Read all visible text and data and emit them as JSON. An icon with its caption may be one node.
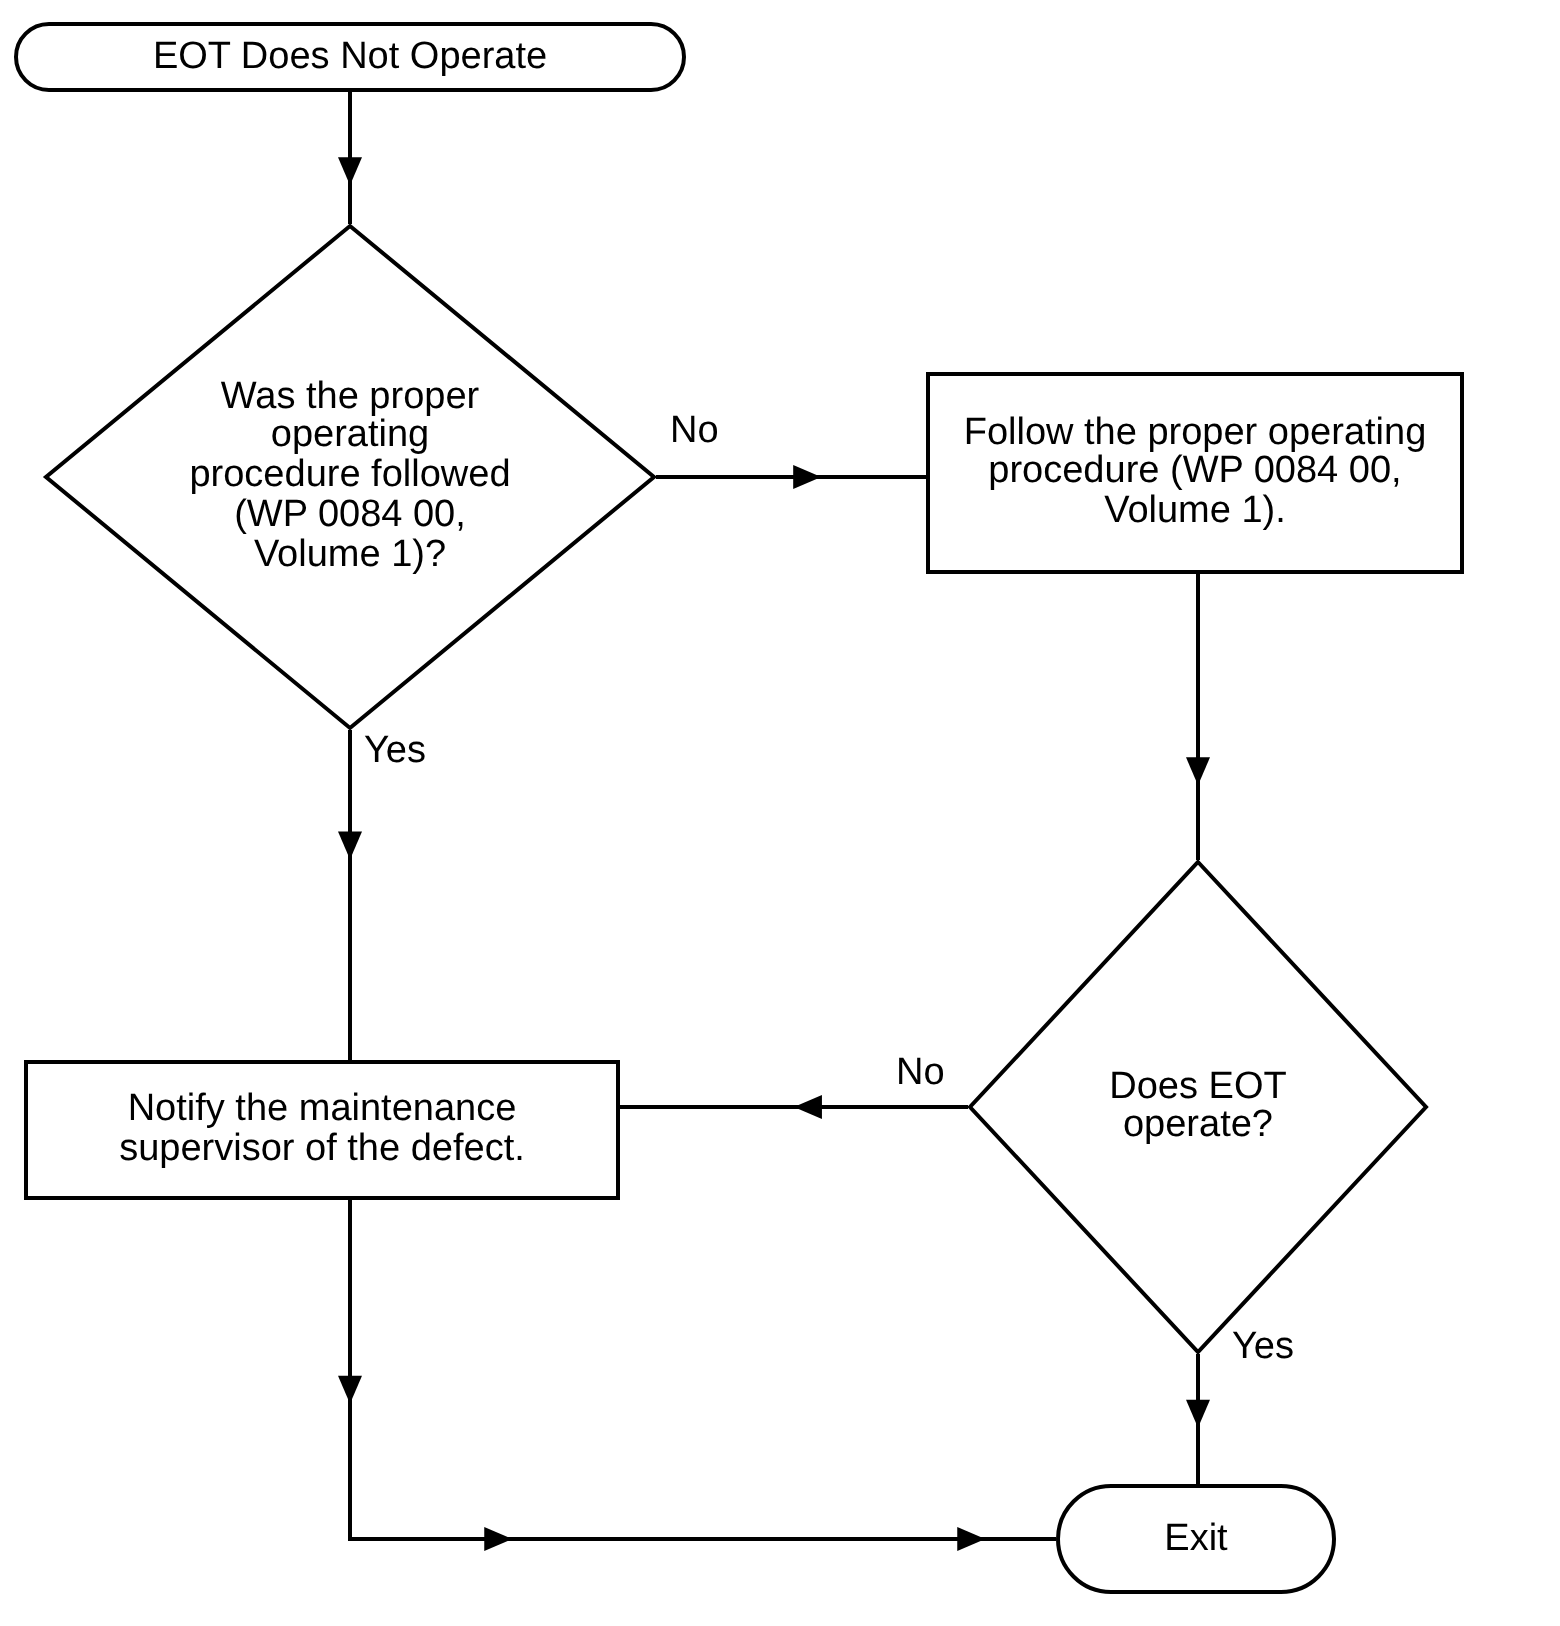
{
  "diagram": {
    "nodes": [
      {
        "text": [
          "EOT Does Not Operate"
        ]
      },
      {
        "text": [
          "Was the proper operating procedure followed (WP 0084 00, Volume 1)?"
        ]
      },
      {
        "text": [
          "Follow the proper operating procedure (WP 0084 00, Volume 1)."
        ]
      },
      {
        "text": [
          "Does EOT operate?"
        ]
      },
      {
        "text": [
          "Notify the maintenance supervisor of the defect."
        ]
      },
      {
        "text": [
          "Exit"
        ]
      }
    ],
    "edges": [
      {
        "from": 0,
        "to": 1,
        "arrow": "to"
      },
      {
        "from": 1,
        "to": 2,
        "arrow": "to",
        "label": "No"
      },
      {
        "from": 1,
        "to": 4,
        "arrow": "to",
        "label": "Yes"
      },
      {
        "from": 2,
        "to": 3,
        "arrow": "to"
      },
      {
        "from": 3,
        "to": 4,
        "arrow": "to",
        "label": "No"
      },
      {
        "from": 3,
        "to": 5,
        "arrow": "to",
        "label": "Yes"
      },
      {
        "from": 4,
        "to": 5,
        "arrow": "to"
      }
    ]
  }
}
